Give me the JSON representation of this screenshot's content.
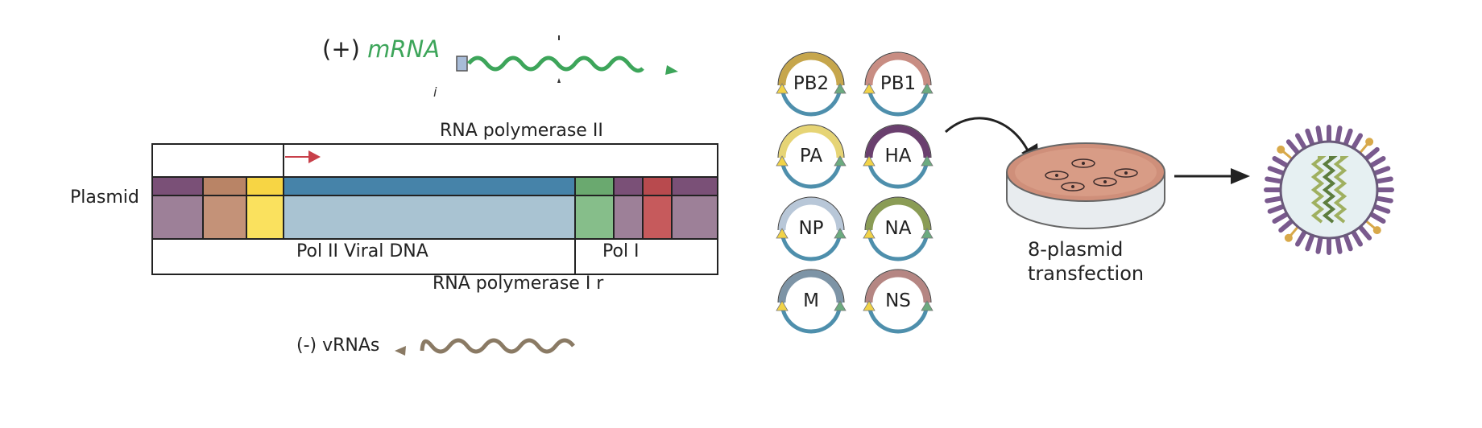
{
  "mrna": {
    "prefix": "(+)",
    "label": "mRNA",
    "color": "#3da55a"
  },
  "vrna": {
    "label": "(-) vRNAs",
    "color": "#8a7a64"
  },
  "plasmid": {
    "label": "Plasmid",
    "pol2_label": "RNA polymerase II",
    "pol1_label": "RNA polymerase I r",
    "pol2_viral_dna": "Pol II Viral DNA",
    "pol1_short": "Pol I",
    "segment_symbol": "~r",
    "colors": {
      "plum": "#7a5077",
      "plum_light": "#9d8098",
      "tan": "#b98466",
      "tan_light": "#c49278",
      "yellow": "#f7d544",
      "yellow_light": "#fae15e",
      "blue": "#4683a9",
      "blue_light": "#a9c3d2",
      "green": "#6aa96f",
      "green_light": "#86be8a",
      "red": "#b84a4e",
      "red_light": "#c65a5c",
      "promoter_arrow": "#c8404a"
    }
  },
  "segments": [
    {
      "label": "PB2",
      "color": "#c6a64c"
    },
    {
      "label": "PB1",
      "color": "#c88d83"
    },
    {
      "label": "PA",
      "color": "#e6d475"
    },
    {
      "label": "HA",
      "color": "#6a3f6e"
    },
    {
      "label": "NP",
      "color": "#b8c7d8"
    },
    {
      "label": "NA",
      "color": "#8a9c55"
    },
    {
      "label": "M",
      "color": "#7d94a6"
    },
    {
      "label": "NS",
      "color": "#b58683"
    }
  ],
  "transfection": {
    "line1": "8-plasmid",
    "line2": "transfection",
    "dish_color": "#cf8f7a"
  },
  "virion": {
    "spike_color": "#7a5a8e",
    "na_color": "#d8a94a",
    "core_color": "#9fb060"
  }
}
